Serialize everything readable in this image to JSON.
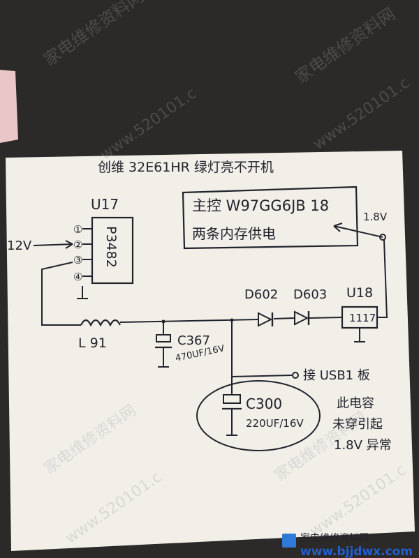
{
  "diagram": {
    "title": "创维 32E61HR 绿灯亮不开机",
    "chip_note_line1": "主控 W97GG6JB 18",
    "chip_note_line2": "两条内存供电",
    "label_18v_top": "1.8V",
    "u17_label": "U17",
    "u17_part": "P3482",
    "pins": [
      "①",
      "②",
      "③",
      "④"
    ],
    "label_12v": "12V",
    "d602": "D602",
    "d603": "D603",
    "u18_label": "U18",
    "u18_part": "1117",
    "l91": "L 91",
    "c367_name": "C367",
    "c367_value": "470UF/16V",
    "usb_note": "接 USB1 板",
    "c300_name": "C300",
    "c300_value": "220UF/16V",
    "fault_note_line1": "此电容",
    "fault_note_line2": "未穿引起",
    "fault_note_line3": "1.8V 异常"
  },
  "watermark": {
    "cn": "家电维修资料网",
    "num": "www.520101.c",
    "footer": "家电维修资料网",
    "footer_url": "www.bjjdwx.com"
  },
  "colors": {
    "background": "#2c2a28",
    "paper": "#f1efe8",
    "ink": "#23232d",
    "footer_url": "#1f5fd0"
  }
}
